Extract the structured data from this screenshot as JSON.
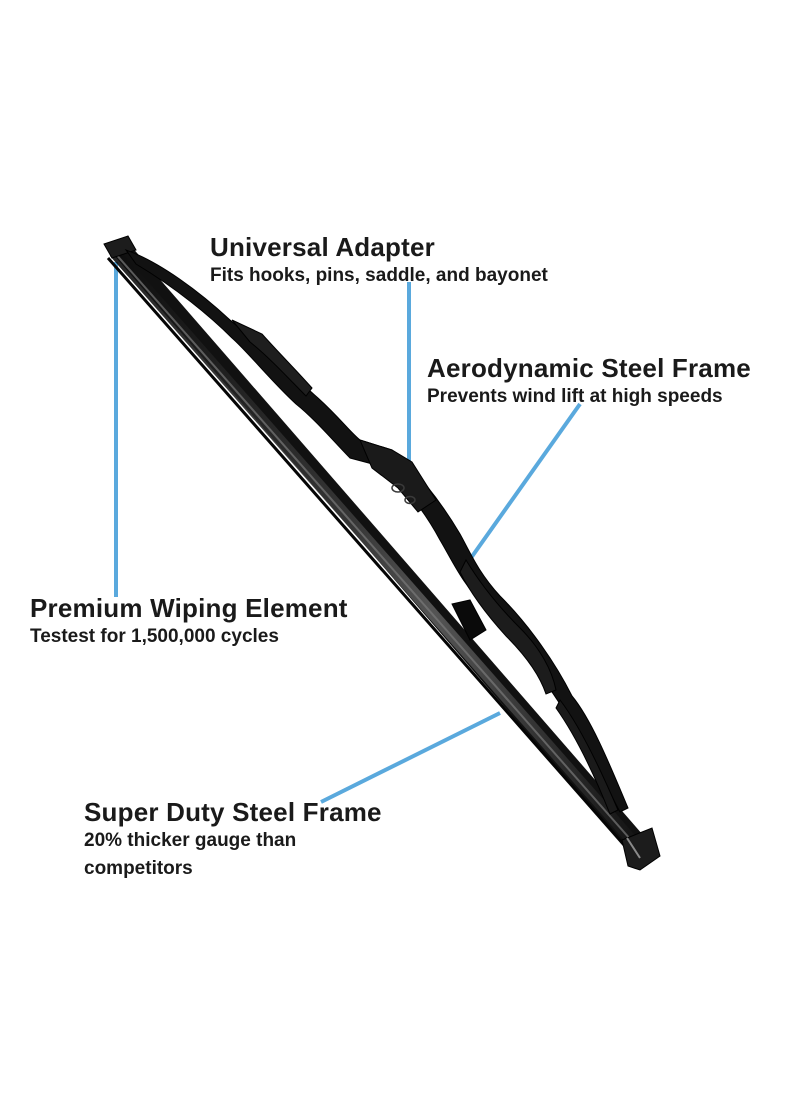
{
  "callouts": {
    "universal_adapter": {
      "title": "Universal Adapter",
      "description": "Fits hooks, pins, saddle, and bayonet"
    },
    "aerodynamic_frame": {
      "title": "Aerodynamic Steel Frame",
      "description": "Prevents wind lift at high speeds"
    },
    "wiping_element": {
      "title": "Premium Wiping Element",
      "description": "Testest for 1,500,000 cycles"
    },
    "super_duty_frame": {
      "title": "Super Duty Steel Frame",
      "description": "20% thicker gauge than competitors"
    }
  },
  "colors": {
    "leader_line": "#5aa9dd",
    "blade_dark": "#141414",
    "blade_mid": "#2b2b2b",
    "blade_highlight": "#6e6e6e",
    "text": "#1a1a1a",
    "background": "#ffffff"
  },
  "product_image": "wiper-blade"
}
